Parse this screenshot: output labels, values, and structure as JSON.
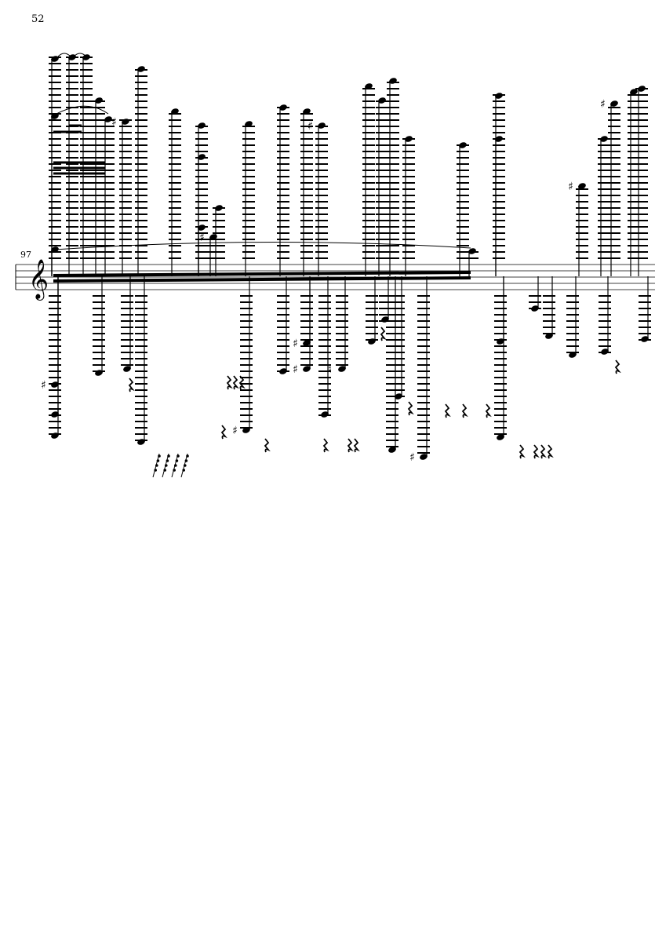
{
  "page": {
    "number": "52"
  },
  "score": {
    "measure_number": "97",
    "clef": "treble",
    "accidental_glyph": "♯",
    "natural_glyph": "♮",
    "ink_color": "#000000"
  }
}
